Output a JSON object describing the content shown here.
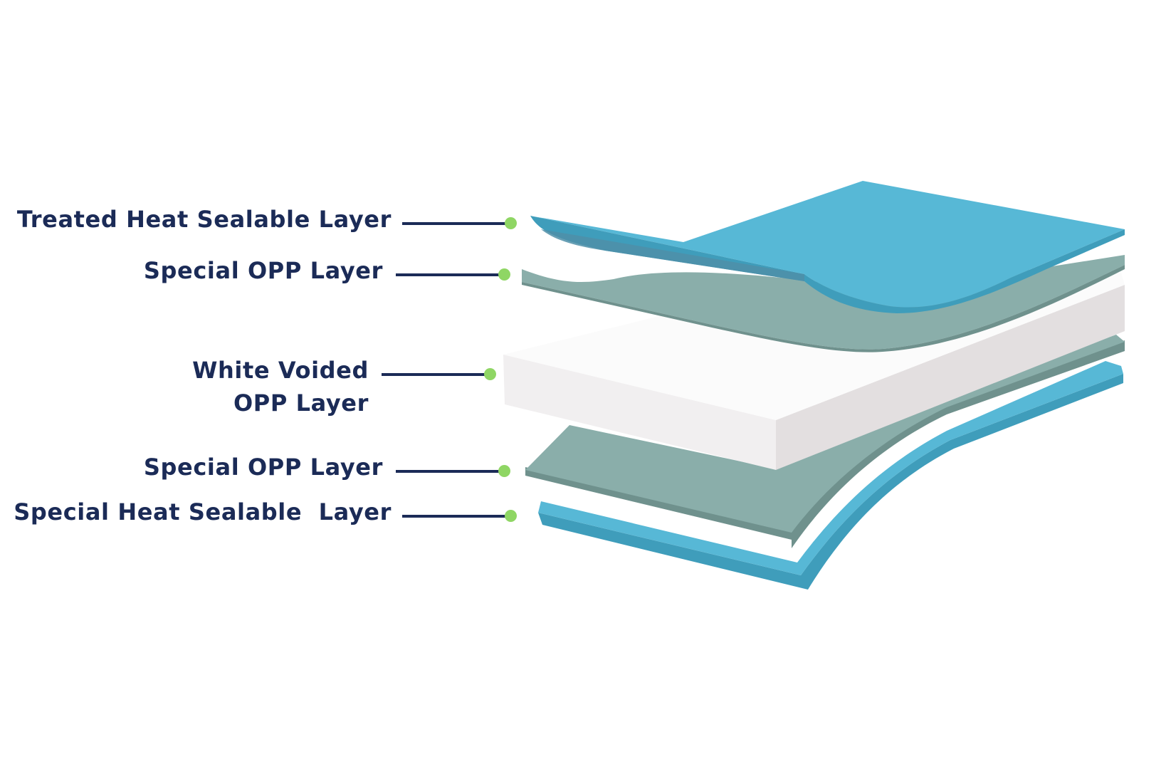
{
  "labels": {
    "treated_heat_sealable": "Treated Heat Sealable Layer",
    "special_opp_top": "Special OPP Layer",
    "white_voided_line1": "White Voided",
    "white_voided_line2": "OPP Layer",
    "special_opp_bottom": "Special OPP Layer",
    "special_heat_sealable": "Special Heat Sealable  Layer"
  },
  "colors": {
    "label_text": "#1b2b57",
    "leader_line": "#1b2b57",
    "leader_dot": "#8fd664",
    "heat_sealable_layer": "#57b8d6",
    "opp_layer": "#8aaeaa",
    "white_voided_layer": "#f7f6f6"
  }
}
